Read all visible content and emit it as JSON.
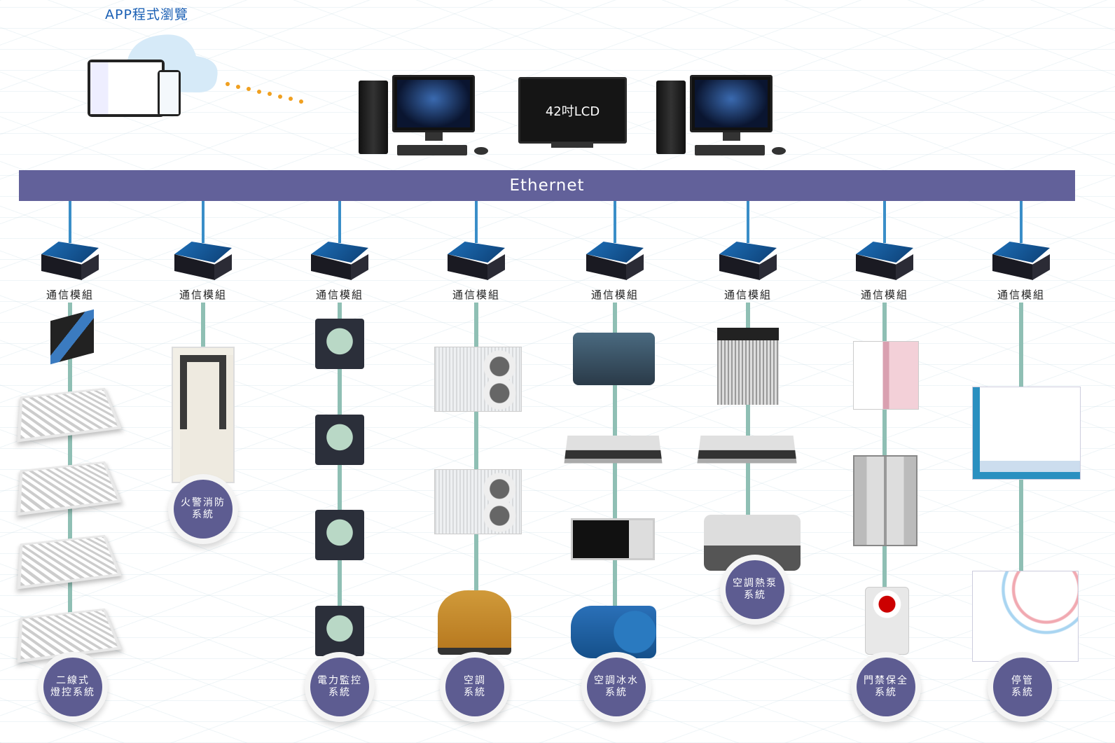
{
  "app": {
    "title": "APP程式瀏覽"
  },
  "lcd": {
    "label": "42吋LCD"
  },
  "network": {
    "label": "Ethernet"
  },
  "colors": {
    "ethernet": "#62619a",
    "uplink": "#3a8ec8",
    "bus": "#8fbfb4",
    "system_circle": "#5d5c91"
  },
  "columns": [
    {
      "module": "通信模組",
      "system": [
        "二線式",
        "燈控系統"
      ],
      "devices": [
        "lighting-controller",
        "ceiling-light",
        "ceiling-light",
        "ceiling-light",
        "ceiling-light"
      ]
    },
    {
      "module": "通信模組",
      "system": [
        "火警消防",
        "系統"
      ],
      "devices": [
        "fire-alarm-cabinet"
      ]
    },
    {
      "module": "通信模組",
      "system": [
        "電力監控",
        "系統"
      ],
      "devices": [
        "power-meter",
        "power-meter",
        "power-meter",
        "power-meter"
      ]
    },
    {
      "module": "通信模組",
      "system": [
        "空調",
        "系統"
      ],
      "devices": [
        "vrf-outdoor-unit",
        "vrf-outdoor-unit",
        "cooling-tower"
      ]
    },
    {
      "module": "通信模組",
      "system": [
        "空調冰水",
        "系統"
      ],
      "devices": [
        "water-chiller",
        "fan-coil-unit",
        "air-handling-unit",
        "water-pump"
      ]
    },
    {
      "module": "通信模組",
      "system": [
        "空調熱泵",
        "系統"
      ],
      "devices": [
        "heat-pump",
        "fan-coil-unit",
        "screw-chiller"
      ]
    },
    {
      "module": "通信模組",
      "system": [
        "門禁保全",
        "系統"
      ],
      "devices": [
        "access-control-door",
        "elevator",
        "security-panel"
      ]
    },
    {
      "module": "通信模組",
      "system": [
        "停管",
        "系統"
      ],
      "devices": [
        "parking-gate",
        "rfid-vehicle-reader"
      ]
    }
  ]
}
